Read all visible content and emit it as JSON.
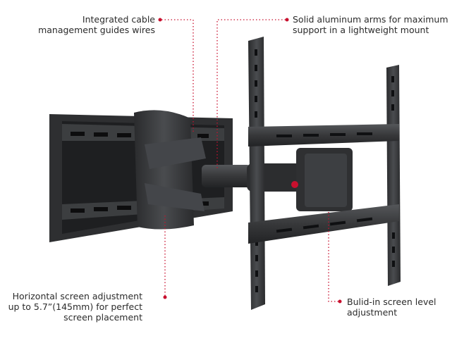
{
  "annotations": {
    "cable": {
      "lines": [
        "Integrated cable",
        "management guides wires"
      ]
    },
    "arms": {
      "lines": [
        "Solid aluminum arms for maximum",
        "support in a lightweight mount"
      ]
    },
    "horizontal": {
      "lines": [
        "Horizontal screen adjustment",
        "up to 5.7”(145mm) for perfect",
        "screen placement"
      ]
    },
    "level": {
      "lines": [
        "Bulid-in screen level",
        "adjustment"
      ]
    }
  },
  "colors": {
    "background": "#ffffff",
    "mount": "#3a3b3d",
    "mount_dark": "#1f2022",
    "mount_light": "#5a5c5f",
    "callout": "#c8102e",
    "text": "#2b2b2b"
  }
}
